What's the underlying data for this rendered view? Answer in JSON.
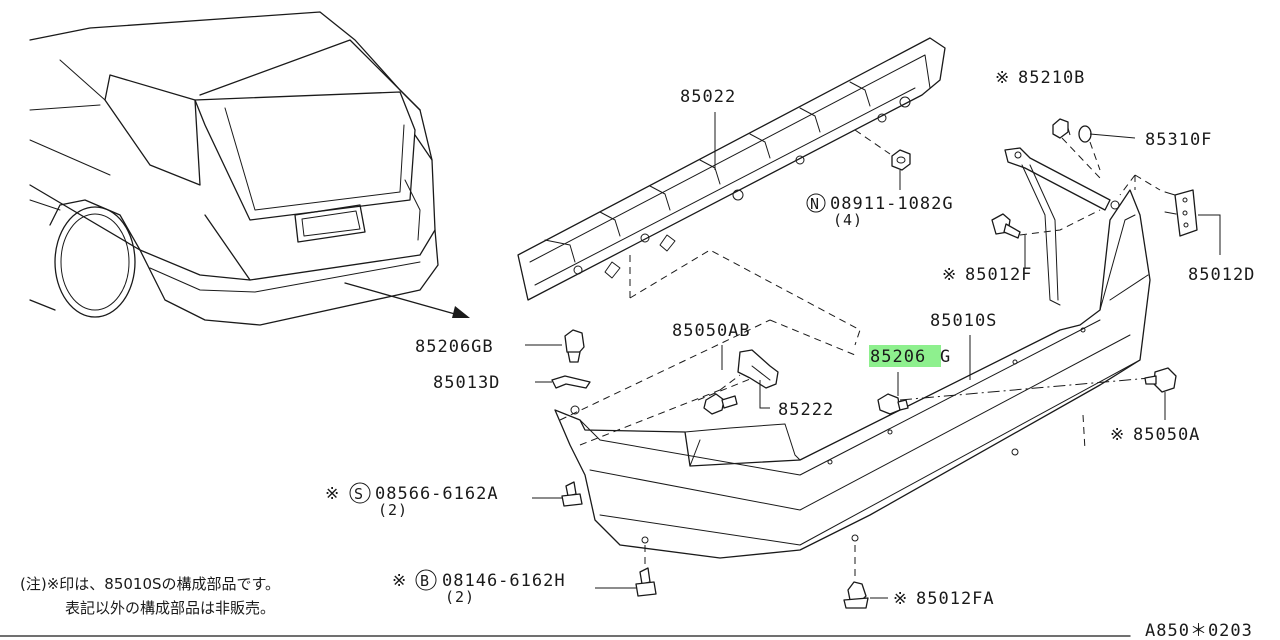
{
  "highlight_color": "#8ef08e",
  "parts": {
    "reinforcement": "85022",
    "nut": "08911-1082G",
    "nut_qty": "(4)",
    "n_symbol": "N",
    "s_symbol": "S",
    "b_symbol": "B",
    "mark": "※",
    "clip_nut": "85210B",
    "washer": "85310F",
    "screw_upper": "85012F",
    "bracket": "85012D",
    "fascia": "85010S",
    "clip_highlight_main": "85206",
    "clip_highlight_suffix": "G",
    "clip_left": "85206GB",
    "seal": "85013D",
    "bracket_assy": "85050AB",
    "retainer": "85222",
    "grommet_screw": "85050A",
    "bolt_s": "08566-6162A",
    "bolt_s_qty": "(2)",
    "bolt_b": "08146-6162H",
    "bolt_b_qty": "(2)",
    "clip_bottom": "85012FA"
  },
  "notes": {
    "line1": "(注)※印は、85010Sの構成部品です。",
    "line2": "表記以外の構成部品は非販売。"
  },
  "drawing_code": "A850＊0203"
}
